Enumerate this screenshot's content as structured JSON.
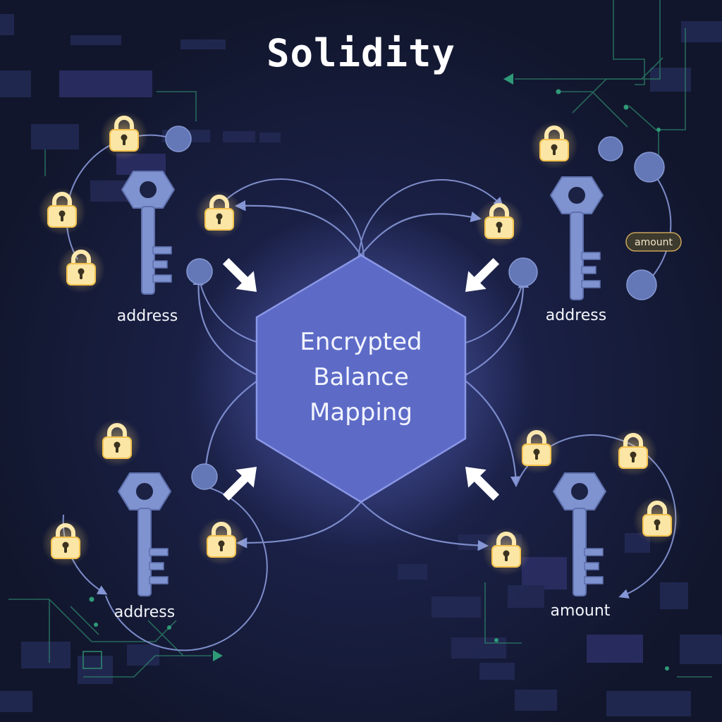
{
  "title": "Solidity",
  "hub": {
    "lines": [
      "Encrypted",
      "Balance",
      "Mapping"
    ]
  },
  "clusters": [
    {
      "id": "top-left",
      "label": "address"
    },
    {
      "id": "top-right",
      "label": "address"
    },
    {
      "id": "bottom-left",
      "label": "address"
    },
    {
      "id": "bottom-right",
      "label": "amount"
    }
  ],
  "tag": {
    "label": "amount"
  },
  "icons": [
    "key-icon",
    "padlock-icon",
    "arrow-icon",
    "node-dot"
  ],
  "colors": {
    "background": "#141a33",
    "hub_fill": "#5d6bc7",
    "key": "#7f93d0",
    "padlock_body": "#fbe6a8",
    "padlock_glow": "#f5c453",
    "connector": "#7d8cc9",
    "circuit": "#2f8b6f"
  }
}
